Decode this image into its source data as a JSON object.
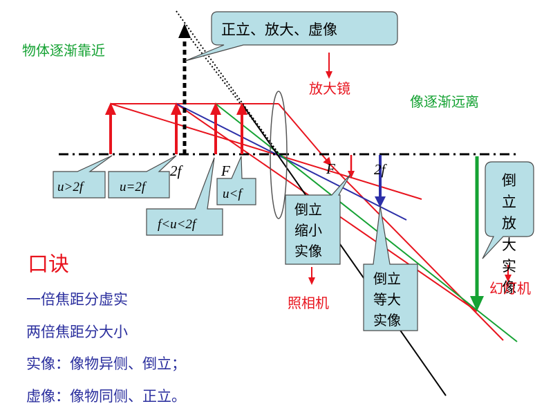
{
  "colors": {
    "red": "#e8141e",
    "green": "#15a233",
    "blue": "#2c2fa8",
    "black": "#000000",
    "callout_fill": "#b7dfe6",
    "callout_stroke": "#4a4a4a",
    "mnemonic_title": "#e8141e",
    "mnemonic_text": "#2b2f9e"
  },
  "labels": {
    "object_approaching": "物体逐渐靠近",
    "image_receding": "像逐渐远离",
    "magnifier": "放大镜",
    "camera": "照相机",
    "projector": "幻灯机",
    "focal_F_left": "F",
    "focal_2f_left": "2f",
    "focal_F_right": "F",
    "focal_2f_right": "2f"
  },
  "callouts": {
    "virtual_image": "正立、放大、虚像",
    "u_gt_2f": "u>2f",
    "u_eq_2f": "u=2f",
    "f_lt_u_lt_2f": "f<u<2f",
    "u_lt_f": "u<f",
    "reduced_real": [
      "倒立",
      "缩小",
      "实像"
    ],
    "equal_real": [
      "倒立",
      "等大",
      "实像"
    ],
    "enlarged_real": [
      "倒",
      "立",
      "放",
      "大",
      "实",
      "像"
    ]
  },
  "mnemonic": {
    "title": "口诀",
    "lines": [
      "一倍焦距分虚实",
      "两倍焦距分大小",
      "实像：像物异侧、倒立；",
      "虚像：像物同侧、正立。"
    ]
  }
}
